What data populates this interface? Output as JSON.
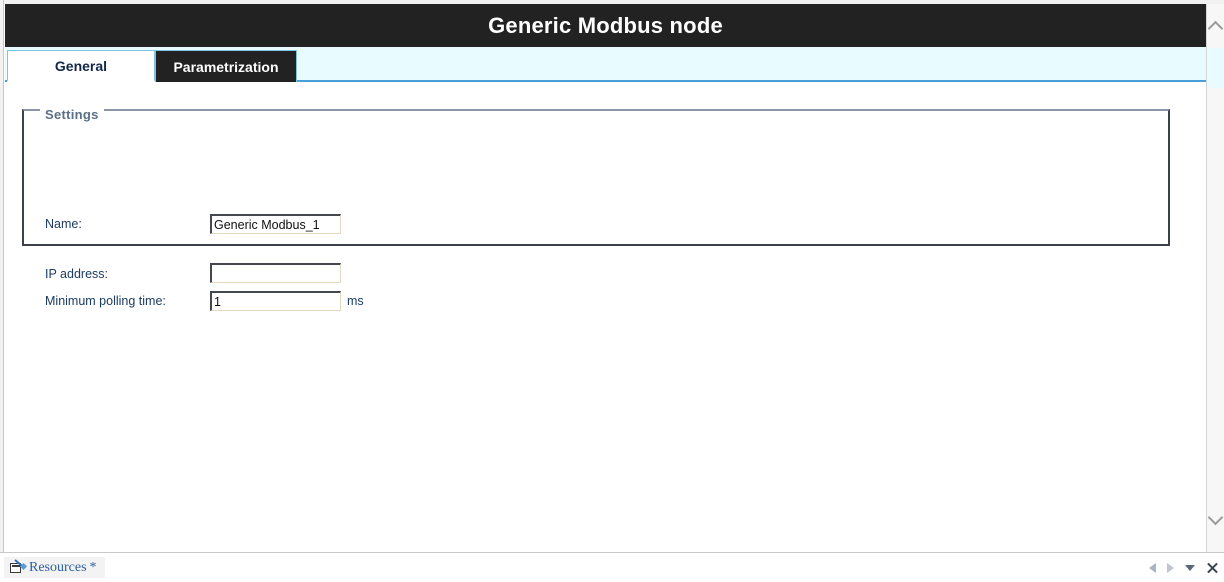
{
  "window": {
    "title": "Generic Modbus node"
  },
  "tabs": [
    {
      "label": "General",
      "state": "active"
    },
    {
      "label": "Parametrization",
      "state": "inactive"
    }
  ],
  "settings": {
    "legend": "Settings",
    "fields": [
      {
        "label": "Name:",
        "value": "Generic Modbus_1",
        "placeholder": "",
        "unit": ""
      },
      {
        "label": "IP address:",
        "value": "",
        "placeholder": "",
        "unit": ""
      },
      {
        "label": "Minimum polling time:",
        "value": "1",
        "placeholder": "",
        "unit": "ms"
      }
    ]
  },
  "statusbar": {
    "resources_label": "Resources",
    "modified_marker": "*",
    "icons": {
      "pin": "pin-icon",
      "prev": "previous-arrow-icon",
      "next": "next-arrow-icon",
      "menu": "dropdown-caret-icon",
      "close": "close-icon"
    }
  },
  "scrollbar": {
    "up": "chevron-up-icon",
    "down": "chevron-down-icon"
  },
  "colors": {
    "titlebar_bg": "#222222",
    "tab_active_text": "#12264a",
    "tab_strip_bg": "#e8fbff",
    "accent_border": "#4a9fd8",
    "label_text": "#1b3c63",
    "legend_text": "#5a7088",
    "status_text": "#2c5f9e"
  }
}
